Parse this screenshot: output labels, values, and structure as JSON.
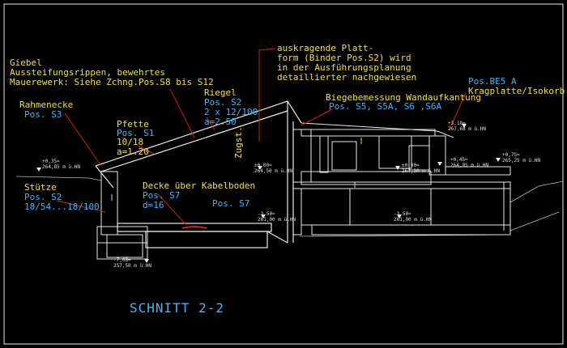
{
  "title": "SCHNITT 2-2",
  "labels": {
    "giebel": "Giebel\nAussteifungsrippen, bewehrtes\nMauerewerk: Siehe Zchng.Pos.S8 bis S12",
    "rahmenecke_1": "Rahmenecke",
    "rahmenecke_2": "Pos. S3",
    "pfette_1": "Pfette",
    "pfette_2": "Pos. S1",
    "pfette_3": "10/18\na=1.20",
    "riegel_1": "Riegel",
    "riegel_2": "Pos. S2\n2 x 12/100\na=2.50",
    "zugstab": "Zugst.",
    "auskragende": "auskragende Platt-\nform (Binder Pos.S2) wird\nin der Ausführungsplanung\ndetaillierter nachgewiesen",
    "biegebemessung_1": "Biegebemessung Wandaufkantung",
    "biegebemessung_2": "Pos. S5, S5A, S6 ,S6A",
    "posbe5_1": "Pos.BE5 A",
    "posbe5_2": "Kragplatte/Isokorb",
    "decke_1": "Decke über Kabelboden",
    "decke_2": "Pos. S7\nd=16",
    "pos_s7": "Pos. S7",
    "stuetze_1": "Stütze",
    "stuetze_2": "Pos. S2\n18/54...18/100"
  },
  "elevations": {
    "e1": "+0,35=\n264,85 m ü.HN",
    "e2": "±0,00=\n264,50 m ü.HN",
    "e3": "±0,00=\n264,50 m ü.HN",
    "e4": "+3,18=\n267,68 m ü.HN",
    "e5": "+0,45=\n264,95 m ü.HN",
    "e6": "+0,75=\n265,25 m ü.HN",
    "e7": "-3,50=\n261,00 m ü.HN",
    "e8": "-3,50=\n261,00 m ü.HN",
    "e9": "-7,08=\n257,50 m ü.HN"
  },
  "colors": {
    "background": "#000000",
    "structure": "#e8e8e8",
    "annotation_yellow": "#f0e040",
    "annotation_cyan": "#3fb6ff",
    "leader_red": "#d02020"
  }
}
